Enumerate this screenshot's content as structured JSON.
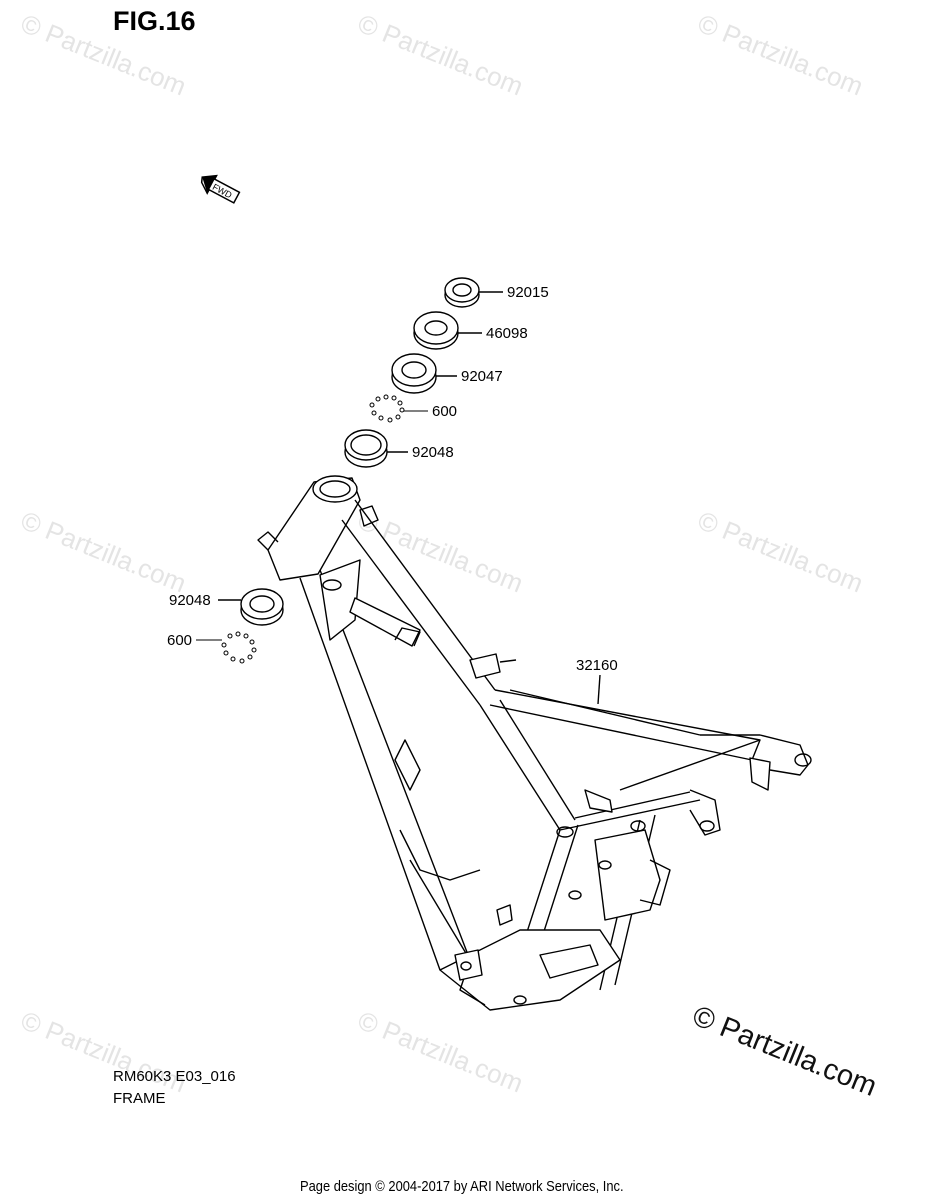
{
  "figure": {
    "title": "FIG.16"
  },
  "fwd_label": "FWD",
  "watermark": "© Partzilla.com",
  "watermark_large": "© Partzilla.com",
  "parts": [
    {
      "number": "92015"
    },
    {
      "number": "46098"
    },
    {
      "number": "92047"
    },
    {
      "number": "600"
    },
    {
      "number": "92048"
    },
    {
      "number": "92048"
    },
    {
      "number": "600"
    },
    {
      "number": "32160"
    }
  ],
  "footer": {
    "model_code": "RM60K3 E03_016",
    "description": "FRAME",
    "copyright": "Page design © 2004-2017 by ARI Network Services, Inc."
  }
}
